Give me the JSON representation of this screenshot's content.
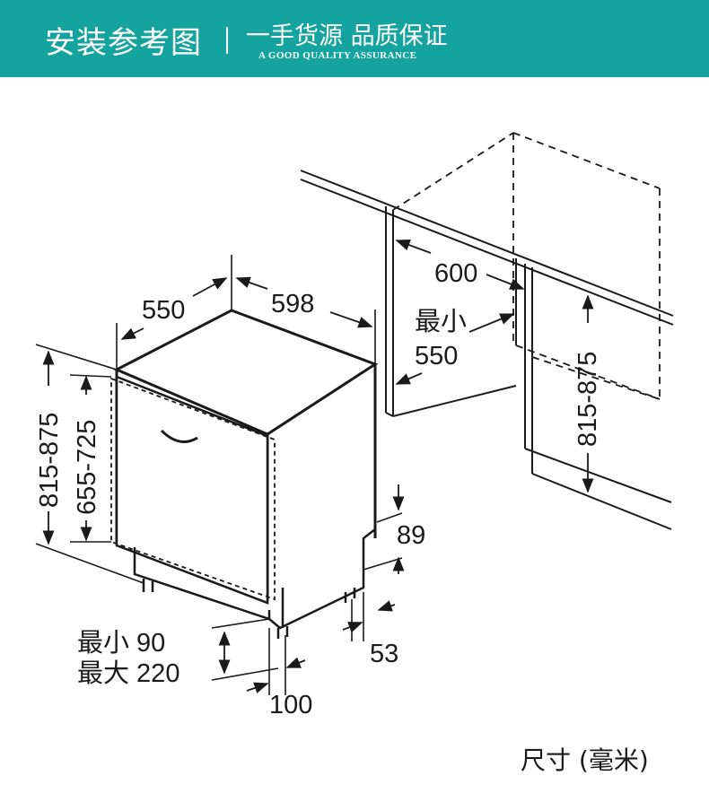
{
  "header": {
    "title": "安装参考图",
    "slogan": "一手货源 品质保证",
    "subtitle": "A GOOD QUALITY ASSURANCE"
  },
  "diagram": {
    "dimensions": {
      "depth": "550",
      "width": "598",
      "niche_width": "600",
      "niche_depth_line1": "最小",
      "niche_depth_line2": "550",
      "niche_height": "815-875",
      "overall_height": "815-875",
      "door_height": "655-725",
      "plinth_height": "89",
      "plinth_offset": "53",
      "kick_min": "最小 90",
      "kick_max": "最大 220",
      "foot_spacing": "100"
    },
    "unit_label": "尺寸 (毫米)"
  },
  "colors": {
    "banner": "#14a39e",
    "line": "#1a1a1a"
  }
}
